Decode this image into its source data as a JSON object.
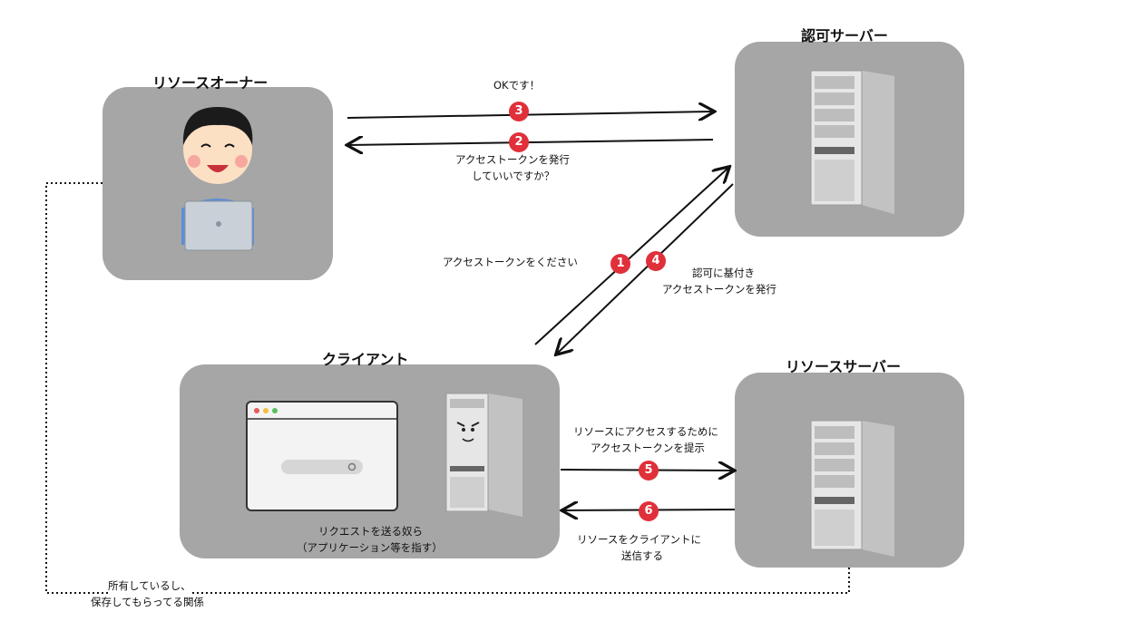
{
  "nodes": {
    "resource_owner": {
      "title": "リソースオーナー"
    },
    "auth_server": {
      "title": "認可サーバー"
    },
    "client": {
      "title": "クライアント",
      "caption_line1": "リクエストを送る奴ら",
      "caption_line2": "（アプリケーション等を指す）"
    },
    "resource_server": {
      "title": "リソースサーバー"
    }
  },
  "steps": [
    {
      "number": "1",
      "label_line1": "アクセストークンをください",
      "label_line2": ""
    },
    {
      "number": "2",
      "label_line1": "アクセストークンを発行",
      "label_line2": "していいですか？"
    },
    {
      "number": "3",
      "label_line1": "OKです！",
      "label_line2": ""
    },
    {
      "number": "4",
      "label_line1": "認可に基付き",
      "label_line2": "アクセストークンを発行"
    },
    {
      "number": "5",
      "label_line1": "リソースにアクセスするために",
      "label_line2": "アクセストークンを提示"
    },
    {
      "number": "6",
      "label_line1": "リソースをクライアントに",
      "label_line2": "送信する"
    }
  ],
  "ownership": {
    "label_line1": "所有しているし、",
    "label_line2": "保存してもらってる関係"
  },
  "colors": {
    "box": "#a6a6a6",
    "badge": "#e0303a",
    "line": "#111111"
  }
}
